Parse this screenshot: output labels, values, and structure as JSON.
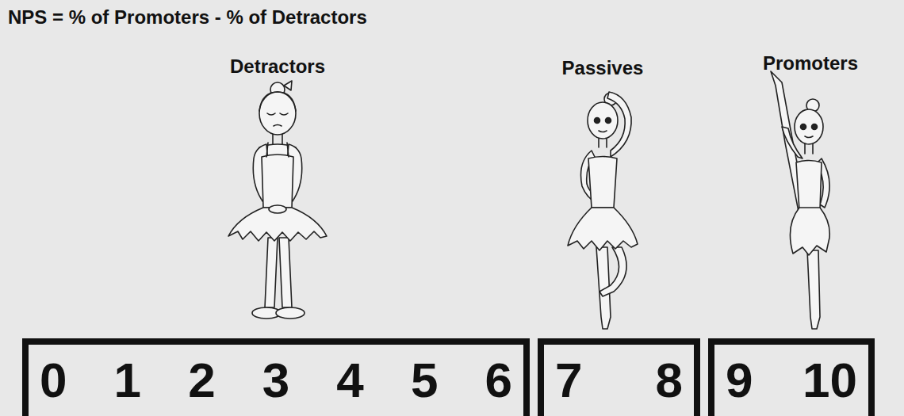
{
  "diagram": {
    "title": "NPS = % of Promoters - % of Detractors",
    "nodes": [
      {
        "text": [
          "0",
          "1",
          "2",
          "3",
          "4",
          "5",
          "6"
        ]
      },
      {
        "text": [
          "7",
          "8"
        ]
      },
      {
        "text": [
          "9",
          "10"
        ]
      }
    ],
    "labels": [
      "Detractors",
      "Passives",
      "Promoters"
    ]
  }
}
